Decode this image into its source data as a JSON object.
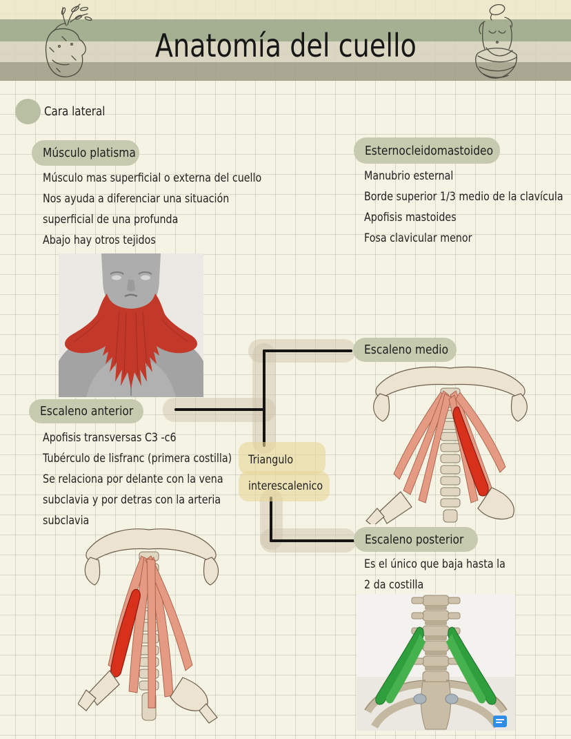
{
  "header": {
    "title": "Anatomía del cuello"
  },
  "lead": {
    "label": "Cara lateral"
  },
  "sections": {
    "platisma": {
      "heading": "Músculo platisma",
      "lines": [
        "Músculo mas superficial o externa del cuello",
        "Nos ayuda a diferenciar una situación",
        "superficial de una profunda",
        "Abajo hay otros tejidos"
      ]
    },
    "esternocleidomastoideo": {
      "heading": "Esternocleidomastoideo",
      "lines": [
        "Manubrio esternal",
        "Borde superior 1/3 medio de la clavícula",
        "Apofisis mastoides",
        "Fosa clavicular menor"
      ]
    },
    "escaleno_medio": {
      "heading": "Escaleno medio"
    },
    "escaleno_anterior": {
      "heading": "Escaleno anterior",
      "lines": [
        "Apofisis transversas C3 -c6",
        "Tubérculo de lisfranc (primera costilla)",
        "Se relaciona por delante con la vena",
        "subclavia y por detras con la arteria",
        "subclavia"
      ]
    },
    "triangulo": {
      "lines": [
        "Triangulo",
        "interescalenico"
      ]
    },
    "escaleno_posterior": {
      "heading": "Escaleno posterior",
      "lines": [
        "Es el único que baja hasta la",
        "2 da costilla"
      ]
    }
  },
  "icons": {
    "left_decoration": "broken-torso-plant-sketch",
    "right_decoration": "venus-torso-sketch",
    "platisma_image": "platysma-muscle-figure",
    "medio_image": "neck-deep-muscles-red-right",
    "anterior_image": "neck-deep-muscles-red-left",
    "posterior_image": "posterior-scalene-green-3d",
    "watermark": "blue-watermark-logo"
  },
  "colors": {
    "page_bg": "#f5f3e4",
    "band_green": "#a6b094",
    "band_khaki": "#a8a68e",
    "highlight_green": "#c6cbaf",
    "highlight_yellow": "#ece2b5",
    "connector_tan": "#dcd4c0",
    "ink": "#1f1f1f",
    "muscle_red": "#c2392a",
    "muscle_salmon": "#e59a83",
    "muscle_green": "#2f9e3d",
    "watermark_blue": "#2f8ce8"
  }
}
